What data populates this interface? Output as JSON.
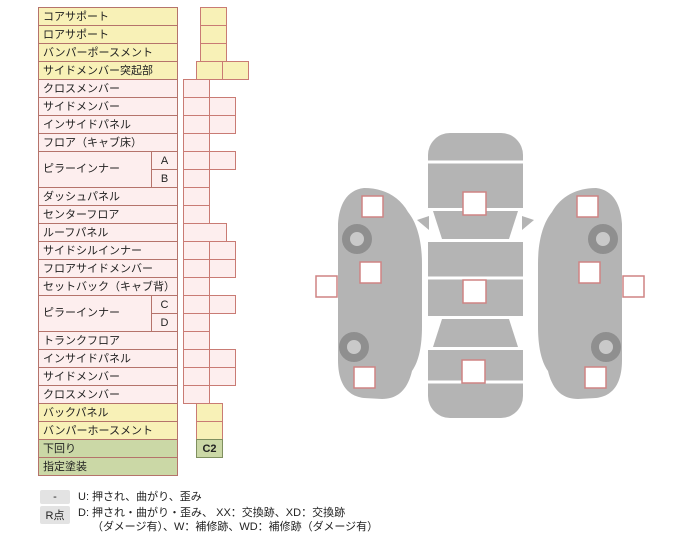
{
  "colors": {
    "yellow_group": "#f8f1b7",
    "pink_group": "#fdeeee",
    "green_group": "#cbd8a6",
    "label_border": "#b5736b",
    "cell_border": "#c97b74",
    "marker_border": "#cf8383",
    "car_gray": "#b4b4b4"
  },
  "table": {
    "rows": [
      {
        "label": "コアサポート",
        "group": "yellow",
        "cells": 1,
        "indent": 22
      },
      {
        "label": "ロアサポート",
        "group": "yellow",
        "cells": 1,
        "indent": 22
      },
      {
        "label": "バンパーポースメント",
        "group": "yellow",
        "cells": 1,
        "indent": 22
      },
      {
        "label": "サイドメンバー突起部",
        "group": "yellow",
        "cells": 2,
        "indent": 18
      },
      {
        "label": "クロスメンバー",
        "group": "pink",
        "cells": 1,
        "indent": 5
      },
      {
        "label": "サイドメンバー",
        "group": "pink",
        "cells": 2,
        "indent": 5
      },
      {
        "label": "インサイドパネル",
        "group": "pink",
        "cells": 2,
        "indent": 5
      },
      {
        "label": "フロア（キャブ床）",
        "group": "pink",
        "cells": 1,
        "indent": 5
      },
      {
        "label": "ピラーインナー",
        "group": "pink",
        "subs": [
          {
            "label": "A",
            "cells": 2
          },
          {
            "label": "B",
            "cells": 1
          }
        ]
      },
      {
        "label": "ダッシュパネル",
        "group": "pink",
        "cells": 1,
        "indent": 5
      },
      {
        "label": "センターフロア",
        "group": "pink",
        "cells": 1,
        "indent": 5
      },
      {
        "label": "ルーフパネル",
        "group": "pink",
        "cells": 1,
        "indent": 5,
        "wide": true
      },
      {
        "label": "サイドシルインナー",
        "group": "pink",
        "cells": 2,
        "indent": 5
      },
      {
        "label": "フロアサイドメンバー",
        "group": "pink",
        "cells": 2,
        "indent": 5
      },
      {
        "label": "セットバック（キャブ背）",
        "group": "pink",
        "cells": 1,
        "indent": 5
      },
      {
        "label": "ピラーインナー",
        "group": "pink",
        "subs": [
          {
            "label": "C",
            "cells": 2
          },
          {
            "label": "D",
            "cells": 1
          }
        ]
      },
      {
        "label": "トランクフロア",
        "group": "pink",
        "cells": 1,
        "indent": 5
      },
      {
        "label": "インサイドパネル",
        "group": "pink",
        "cells": 2,
        "indent": 5
      },
      {
        "label": "サイドメンバー",
        "group": "pink",
        "cells": 2,
        "indent": 5
      },
      {
        "label": "クロスメンバー",
        "group": "pink",
        "cells": 1,
        "indent": 5
      },
      {
        "label": "バックパネル",
        "group": "yellow",
        "cells": 1,
        "indent": 18
      },
      {
        "label": "バンパーホースメント",
        "group": "yellow",
        "cells": 1,
        "indent": 18
      },
      {
        "label": "下回り",
        "group": "green",
        "cells": 1,
        "indent": 18,
        "cell_text": "C2"
      },
      {
        "label": "指定塗装",
        "group": "green",
        "cells": 0,
        "indent": 18
      }
    ],
    "undercarriage_grade": "C2"
  },
  "legend": {
    "items": [
      {
        "key": "-",
        "lines": [
          "U: 押され、曲がり、歪み"
        ]
      },
      {
        "key": "R点",
        "lines": [
          "D: 押され・曲がり・歪み、 XX：交換跡、XD：交換跡",
          "（ダメージ有）、W：補修跡、WD：補修跡（ダメージ有）"
        ]
      }
    ]
  }
}
